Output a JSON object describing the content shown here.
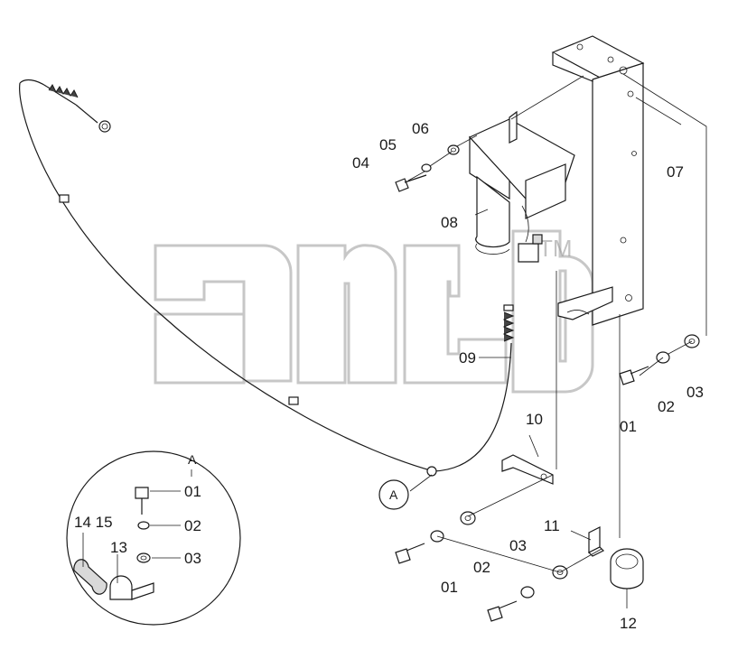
{
  "labels": {
    "p01_a": "01",
    "p02_a": "02",
    "p03_a": "03",
    "p04": "04",
    "p05": "05",
    "p06": "06",
    "p07": "07",
    "p08": "08",
    "p09": "09",
    "p10": "10",
    "p11": "11",
    "p12": "12",
    "p03_b": "03",
    "p02_b": "02",
    "p01_b": "01",
    "detail_ref": "A",
    "detail_title": "A",
    "d01": "01",
    "d02": "02",
    "d03": "03",
    "d13": "13",
    "d1415": "14 15"
  },
  "watermark": {
    "trademark": "TM"
  }
}
